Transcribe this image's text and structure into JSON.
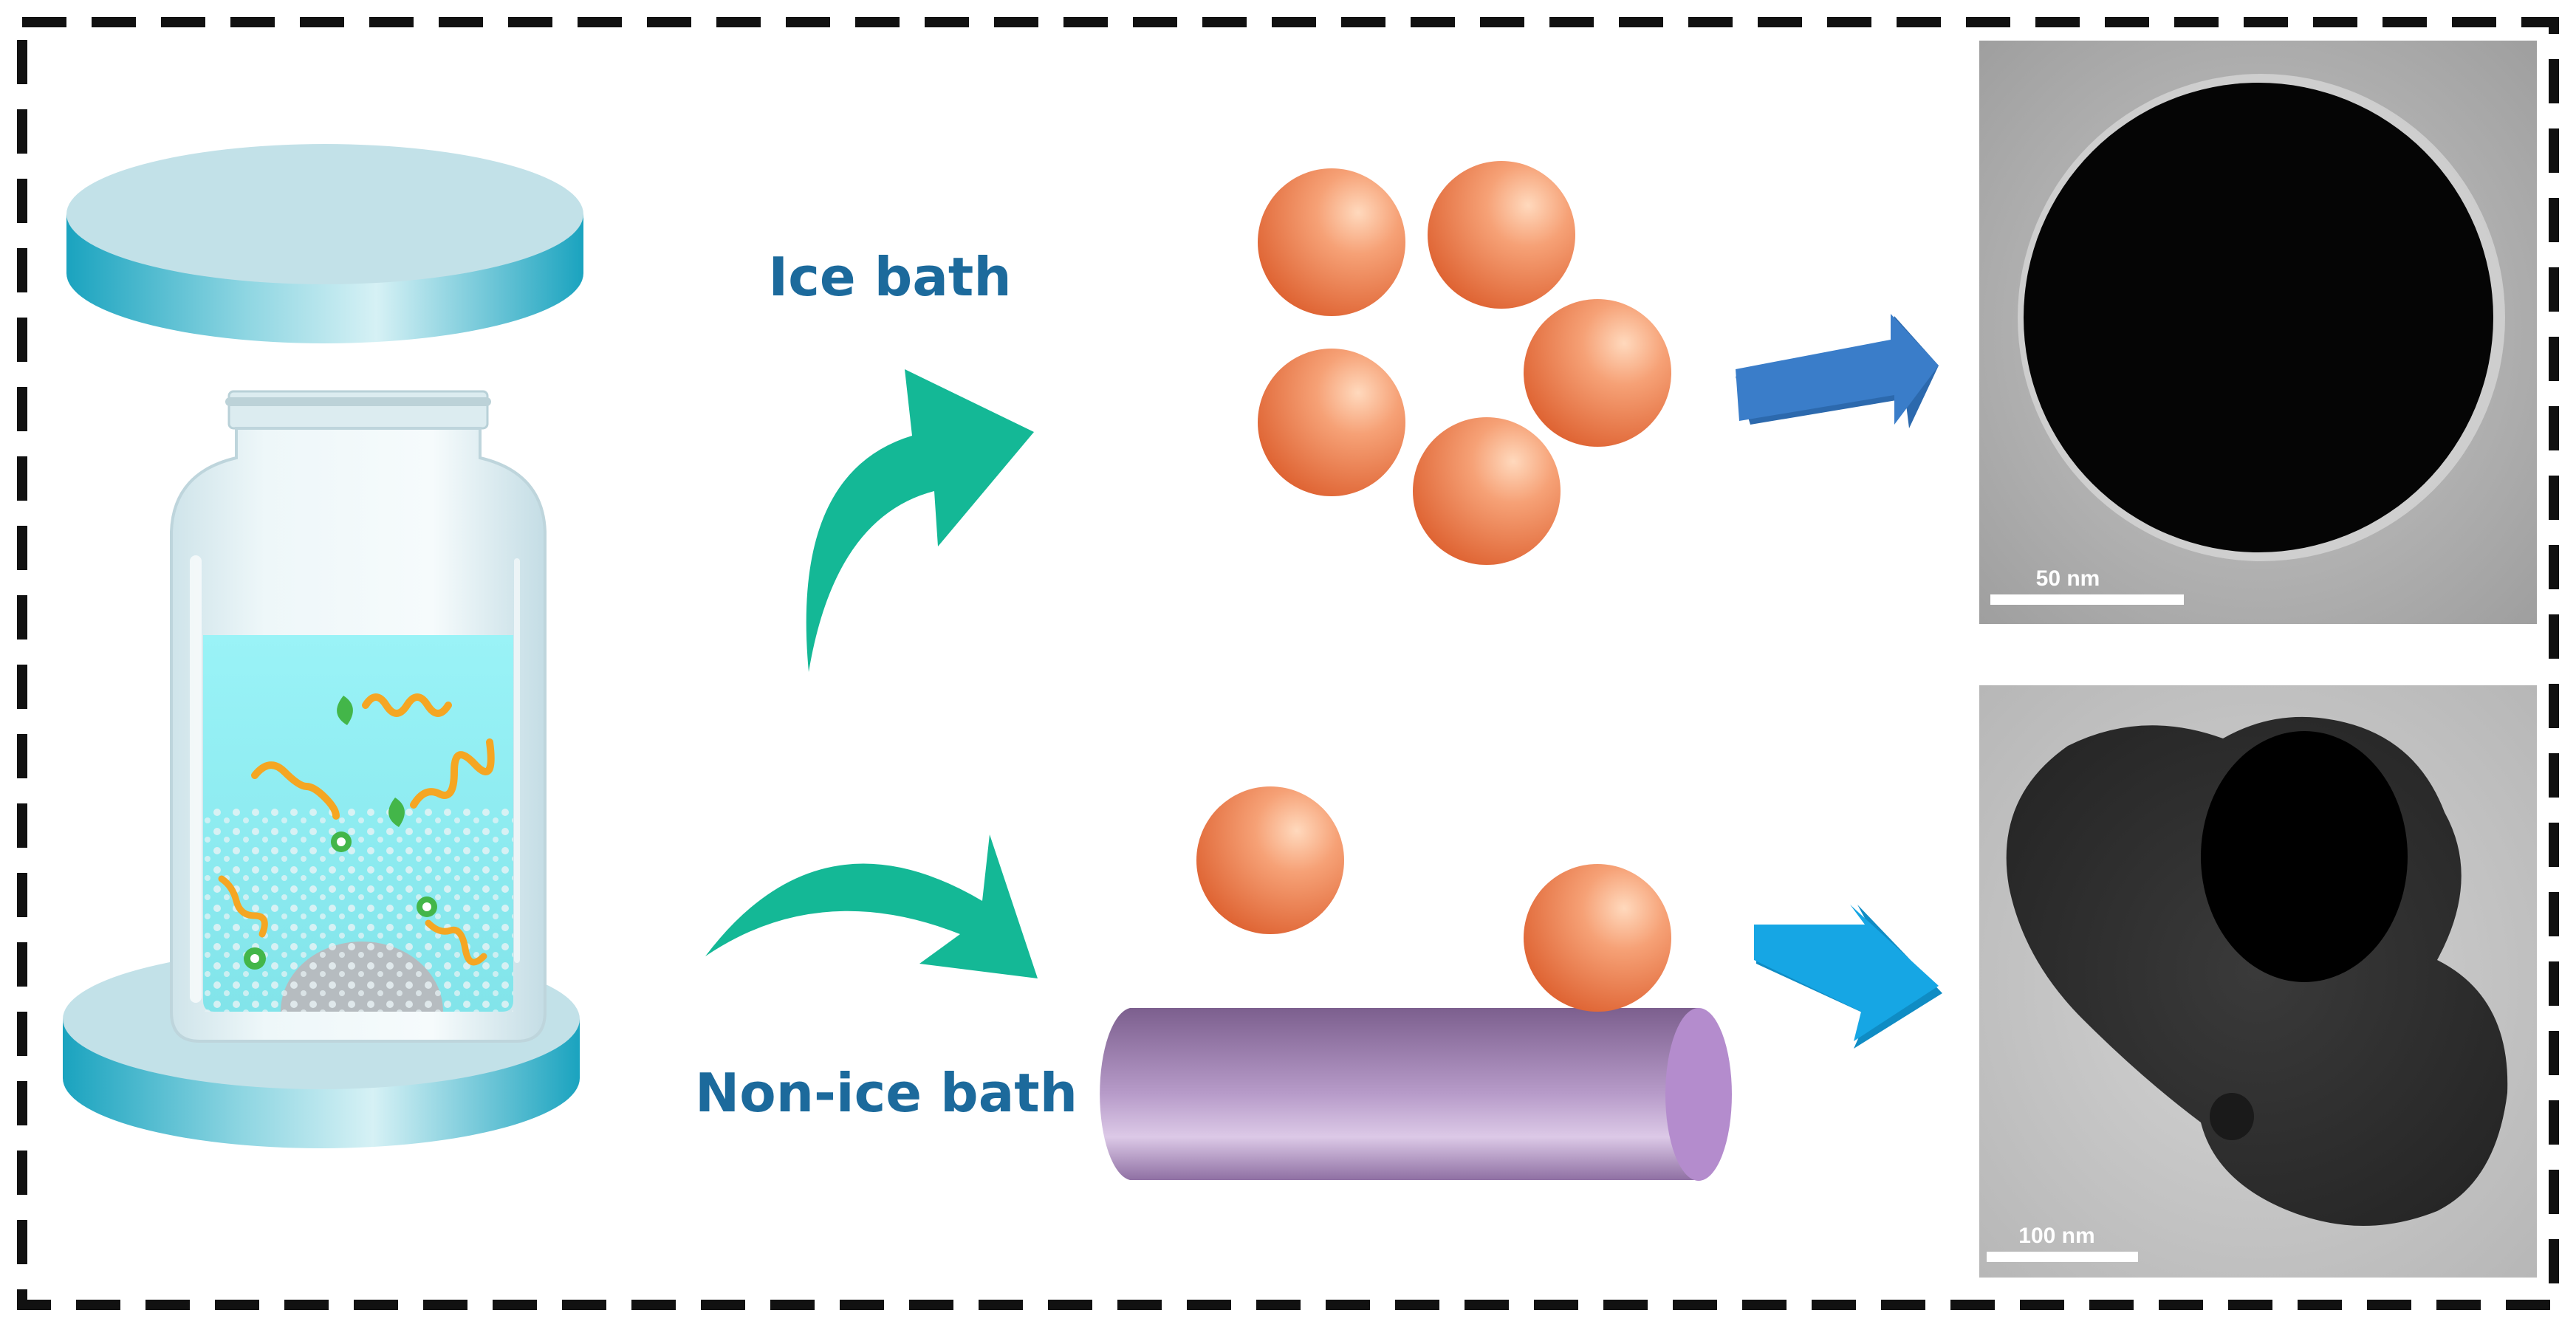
{
  "labels": {
    "ice_bath": "Ice bath",
    "non_ice_bath": "Non-ice bath"
  },
  "tem": {
    "top_scale": "50 nm",
    "bottom_scale": "100 nm"
  },
  "colors": {
    "frame_dash": "#111111",
    "label": "#1c6a9c",
    "curved_arrow": "#14b896",
    "arrow_top": "#3a7dc9",
    "arrow_bottom": "#16a6e4",
    "sphere": "#ee7a45",
    "rod": "#a07ab8",
    "liquid": "#8feff3",
    "plate": "#bfe0e8",
    "plate_edge": "#2fa9c2",
    "polymer": "#f5a623",
    "molecule": "#43b649"
  },
  "icons": [
    "press-plate",
    "glass-vial",
    "curved-arrow",
    "block-arrow",
    "nanosphere",
    "nanorod",
    "tem-micrograph"
  ]
}
